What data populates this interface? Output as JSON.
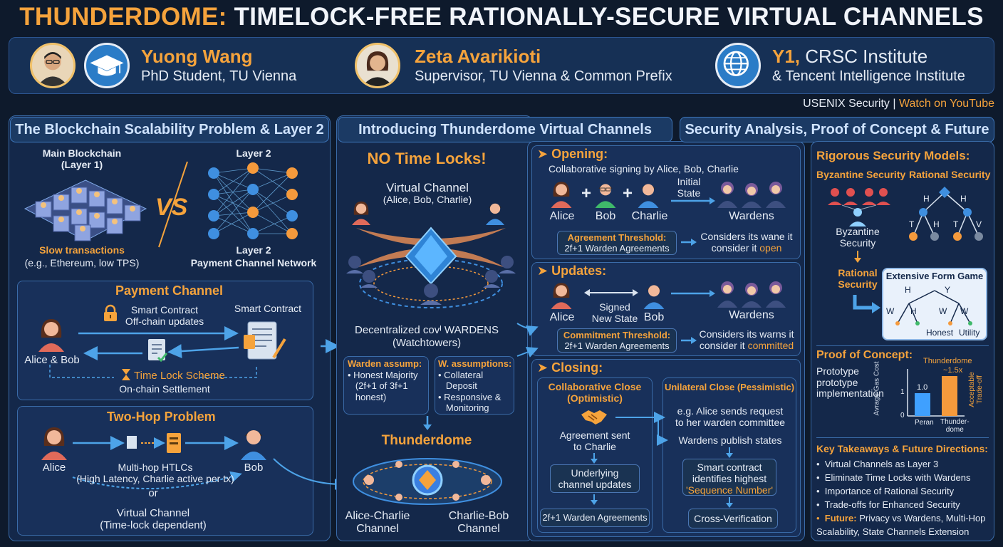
{
  "title": {
    "part1": "THUNDERDOME:",
    "part2": "TIMELOCK-FREE RATIONALLY-SECURE VIRTUAL CHANNELS"
  },
  "authors": [
    {
      "name": "Yuong Wang",
      "role": "PhD Student, TU Vienna"
    },
    {
      "name": "Zeta Avarikioti",
      "role": "Supervisor, TU Vienna & Common Prefix"
    },
    {
      "name_prefix": "Y1,",
      "name": "CRSC Institute",
      "role": "& Tencent Intelligence Institute"
    }
  ],
  "venue": {
    "text": "USENIX Security",
    "sep": "|",
    "link": "Watch on YouTube"
  },
  "p1": {
    "header": "The Blockchain Scalability Problem & Layer 2",
    "main_chain": "Main Blockchain\n(Layer 1)",
    "vs": "VS",
    "layer2": "Layer 2",
    "slow": "Slow transactions",
    "slow_sub": "(e.g., Ethereum, low TPS)",
    "l2_title": "Layer 2",
    "l2_sub": "Payment Channel Network",
    "pc": {
      "title": "Payment Channel",
      "sc_offchain": "Smart Contract\nOff-chain updates",
      "sc": "Smart Contract",
      "alice_bob": "Alice & Bob",
      "timelock": "Time Lock Scheme",
      "onchain": "On-chain Settlement"
    },
    "th": {
      "title": "Two-Hop Problem",
      "alice": "Alice",
      "bob": "Bob",
      "htlc": "Multi-hop HTLCs\n(High Latency, Charlie active per tx)",
      "or": "or",
      "vc": "Virtual Channel\n(Time-lock dependent)"
    }
  },
  "p2": {
    "header": "Introducing Thunderdome Virtual Channels",
    "no_locks": "NO Time Locks!",
    "vc": "Virtual Channel",
    "vc_sub": "(Alice, Bob, Charlie)",
    "wardens": "Decentralized covᴵ WARDENS",
    "wardens_sub": "(Watchtowers)",
    "assump1_title": "Warden assump:",
    "assump1_items": [
      "Honest Majority",
      "(2f+1 of 3f+1",
      "honest)"
    ],
    "assump2_title": "W. assumptions:",
    "assump2_items": [
      "Collateral",
      "Deposit",
      "Responsive &",
      "Monitoring"
    ],
    "thunderdome": "Thunderdome",
    "alice_charlie": "Alice-Charlie\nChannel",
    "charlie_bob": "Charlie-Bob\nChannel"
  },
  "p3": {
    "header": "Security Analysis, Proof of Concept & Future",
    "opening": {
      "title": "Opening:",
      "desc": "Collaborative signing by Alice, Bob, Charlie",
      "alice": "Alice",
      "bob": "Bob",
      "charlie": "Charlie",
      "plus": "+",
      "initial": "Initial\nState",
      "wardens": "Wardens",
      "threshold_title": "Agreement Threshold:",
      "threshold_sub": "2f+1 Warden Agreements",
      "consider": "Considers its wane it\nconsider it",
      "consider_word": "open"
    },
    "updates": {
      "title": "Updates:",
      "alice": "Alice",
      "signed": "Signed\nNew State",
      "bob": "Bob",
      "wardens": "Wardens",
      "threshold_title": "Commitment Threshold:",
      "threshold_sub": "2f+1 Warden Agreements",
      "consider": "Considers its warns it\nconsider it",
      "consider_word": "committed"
    },
    "closing": {
      "title": "Closing:",
      "collab_title": "Collaborative Close\n(Optimistic)",
      "collab_sent": "Agreement sent\nto Charlie",
      "collab_updates": "Underlying\nchannel updates",
      "collab_agree": "2f+1 Warden Agreements",
      "uni_title": "Unilateral Close (Pessimistic)",
      "uni_req": "e.g. Alice sends request\nto her warden committee",
      "uni_publish": "Wardens publish states",
      "uni_sc1": "Smart contract\nidentifies highest",
      "uni_sc2": "'Sequence Number'",
      "uni_cross": "Cross-Verification"
    },
    "models": {
      "title": "Rigorous Security Models:",
      "byz": "Byzantine Security",
      "rat": "Rational Security",
      "byz_node": "Byzantine\nSecurity",
      "rat_node": "Rational\nSecurity",
      "efg": "Extensive Form Game",
      "honest": "Honest",
      "utility": "Utility",
      "tree_labels": [
        "H",
        "H",
        "T",
        "H",
        "T",
        "V"
      ],
      "efg_labels": [
        "H",
        "Y",
        "W",
        "H",
        "W",
        "W"
      ]
    },
    "poc": {
      "title": "Proof of Concept:",
      "desc": "Prototype\nprototype\nimplementation",
      "chart_label": "Thunderdome",
      "chart_val": "~1.5x",
      "bar1": "1.0",
      "ylabel": "Avrage Gas Cost",
      "x1": "Peran",
      "x2": "Thunder-\ndome",
      "side": "Acceptable\nTrade-off",
      "y1": "1",
      "y0": "0"
    },
    "takeaways": {
      "title": "Key Takeaways & Future Directions:",
      "items": [
        "Virtual Channels as Layer 3",
        "Eliminate Time Locks with Wardens",
        "Importance of Rational Security",
        "Trade-offs for Enhanced Security"
      ],
      "future_label": "Future:",
      "future": "Privacy vs Wardens, Multi-Hop\nScalability, State Channels Extension"
    }
  },
  "colors": {
    "accent": "#f5a33c",
    "panel": "#14284a",
    "border": "#3a6ba8",
    "blue": "#4da3e8",
    "bg": "#0e1a2c"
  }
}
